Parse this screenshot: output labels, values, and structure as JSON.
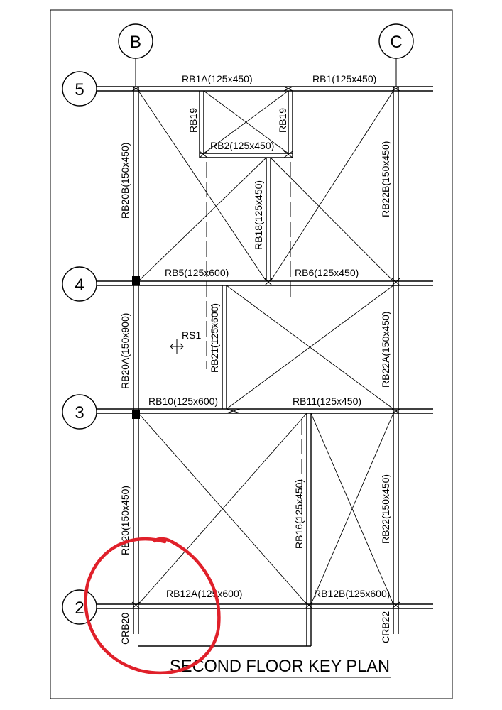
{
  "grid": {
    "columns": [
      "B",
      "C"
    ],
    "rows": [
      "5",
      "4",
      "3",
      "2"
    ]
  },
  "beams": {
    "rb1a": "RB1A(125x450)",
    "rb1": "RB1(125x450)",
    "rb19_left": "RB19",
    "rb19_right": "RB19",
    "rb2": "RB2(125x450)",
    "rb20b": "RB20B(150x450)",
    "rb22b": "RB22B(150x450)",
    "rb18": "RB18(125x450)",
    "rb5": "RB5(125x600)",
    "rb6": "RB6(125x450)",
    "rb20a": "RB20A(150x900)",
    "rb21": "RB21(125x600)",
    "rb22a": "RB22A(150x450)",
    "rb10": "RB10(125x600)",
    "rb11": "RB11(125x450)",
    "rb20": "RB20(150x450)",
    "rb16": "RB16(125x450)",
    "rb22": "RB22(150x450)",
    "rb12a": "RB12A(125x600)",
    "rb12b": "RB12B(125x600)",
    "crb20": "CRB20",
    "crb22": "CRB22"
  },
  "slab": "RS1",
  "title": "SECOND FLOOR KEY PLAN",
  "colors": {
    "ink": "#000000",
    "markup": "#e0202a"
  }
}
